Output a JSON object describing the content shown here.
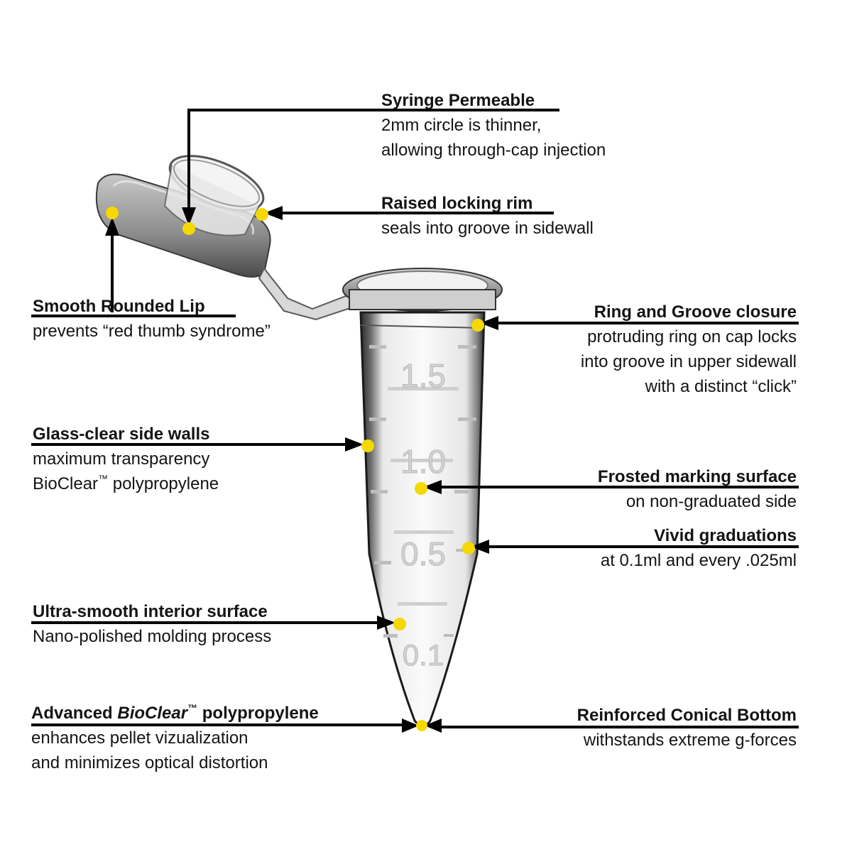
{
  "diagram": {
    "subject": "1.5 ml microcentrifuge tube with attached cap",
    "accent_color": "#f5d800",
    "line_color": "#000000",
    "graduation_labels": [
      "1.5",
      "1.0",
      "0.5",
      "0.1"
    ]
  },
  "callouts": {
    "syringe": {
      "title": "Syringe Permeable",
      "lines": [
        "2mm circle is thinner,",
        "allowing through-cap injection"
      ]
    },
    "locking_rim": {
      "title": "Raised locking rim",
      "lines": [
        "seals into groove in sidewall"
      ]
    },
    "rounded_lip": {
      "title": "Smooth Rounded Lip",
      "lines": [
        "prevents “red thumb syndrome”"
      ]
    },
    "ring_groove": {
      "title": "Ring and Groove closure",
      "lines": [
        "protruding ring on cap locks",
        "into groove in upper sidewall",
        "with a distinct “click”"
      ]
    },
    "glass_clear": {
      "title": "Glass-clear side walls",
      "lines": [
        "maximum transparency",
        "BioClear",
        "™",
        " polypropylene"
      ]
    },
    "frosted": {
      "title": "Frosted marking surface",
      "lines": [
        "on non-graduated side"
      ]
    },
    "vivid": {
      "title": "Vivid graduations",
      "lines": [
        "at 0.1ml and every .025ml"
      ]
    },
    "ultra_smooth": {
      "title": "Ultra-smooth interior surface",
      "lines": [
        "Nano-polished molding process"
      ]
    },
    "advanced": {
      "title_prefix": "Advanced ",
      "title_brand": "BioClear",
      "title_tm": "™",
      "title_suffix": " polypropylene",
      "lines": [
        "enhances pellet vizualization",
        "and minimizes optical distortion"
      ]
    },
    "conical": {
      "title": "Reinforced Conical Bottom",
      "lines": [
        "withstands extreme g-forces"
      ]
    }
  }
}
